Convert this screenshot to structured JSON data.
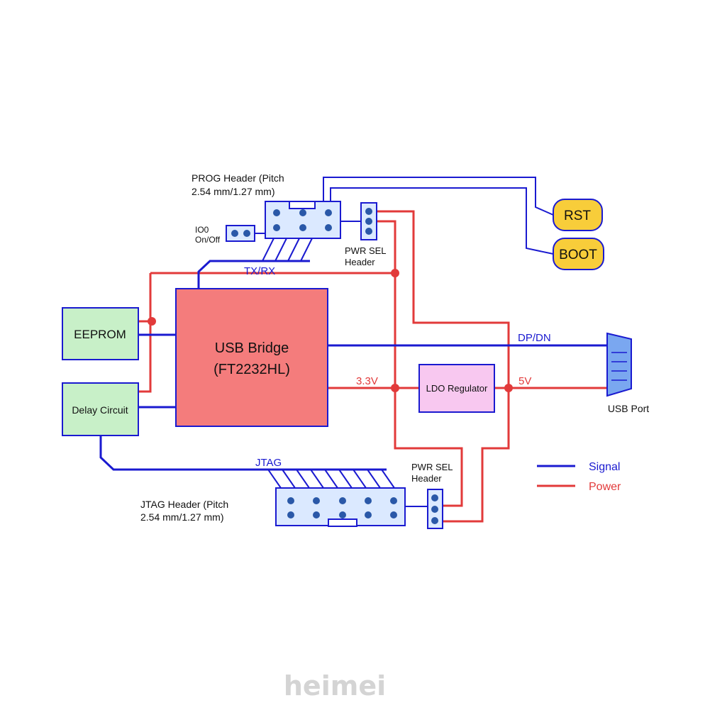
{
  "colors": {
    "signal": "#1a1ad0",
    "power": "#e23a3a",
    "usb_bridge_fill": "#f47c7c",
    "green_box_fill": "#c8f0c8",
    "header_fill": "#dbe9ff",
    "ldo_fill": "#f8c8f0",
    "button_fill": "#f8cd3a",
    "usb_port_fill": "#7aa7f0"
  },
  "blocks": {
    "usb_bridge_line1": "USB Bridge",
    "usb_bridge_line2": "(FT2232HL)",
    "eeprom": "EEPROM",
    "delay_circuit": "Delay Circuit",
    "ldo_regulator": "LDO Regulator",
    "rst": "RST",
    "boot": "BOOT",
    "usb_port": "USB Port"
  },
  "headers": {
    "prog_line1": "PROG Header (Pitch",
    "prog_line2": "2.54 mm/1.27 mm)",
    "io0_line1": "IO0",
    "io0_line2": "On/Off",
    "pwr_sel_top_line1": "PWR SEL",
    "pwr_sel_top_line2": "Header",
    "pwr_sel_bottom_line1": "PWR SEL",
    "pwr_sel_bottom_line2": "Header",
    "jtag_line1": "JTAG Header (Pitch",
    "jtag_line2": "2.54 mm/1.27 mm)"
  },
  "net_labels": {
    "txrx": "TX/RX",
    "dpdn": "DP/DN",
    "v33": "3.3V",
    "v5": "5V",
    "jtag": "JTAG"
  },
  "legend": {
    "signal": "Signal",
    "power": "Power"
  },
  "watermark": "heimei"
}
